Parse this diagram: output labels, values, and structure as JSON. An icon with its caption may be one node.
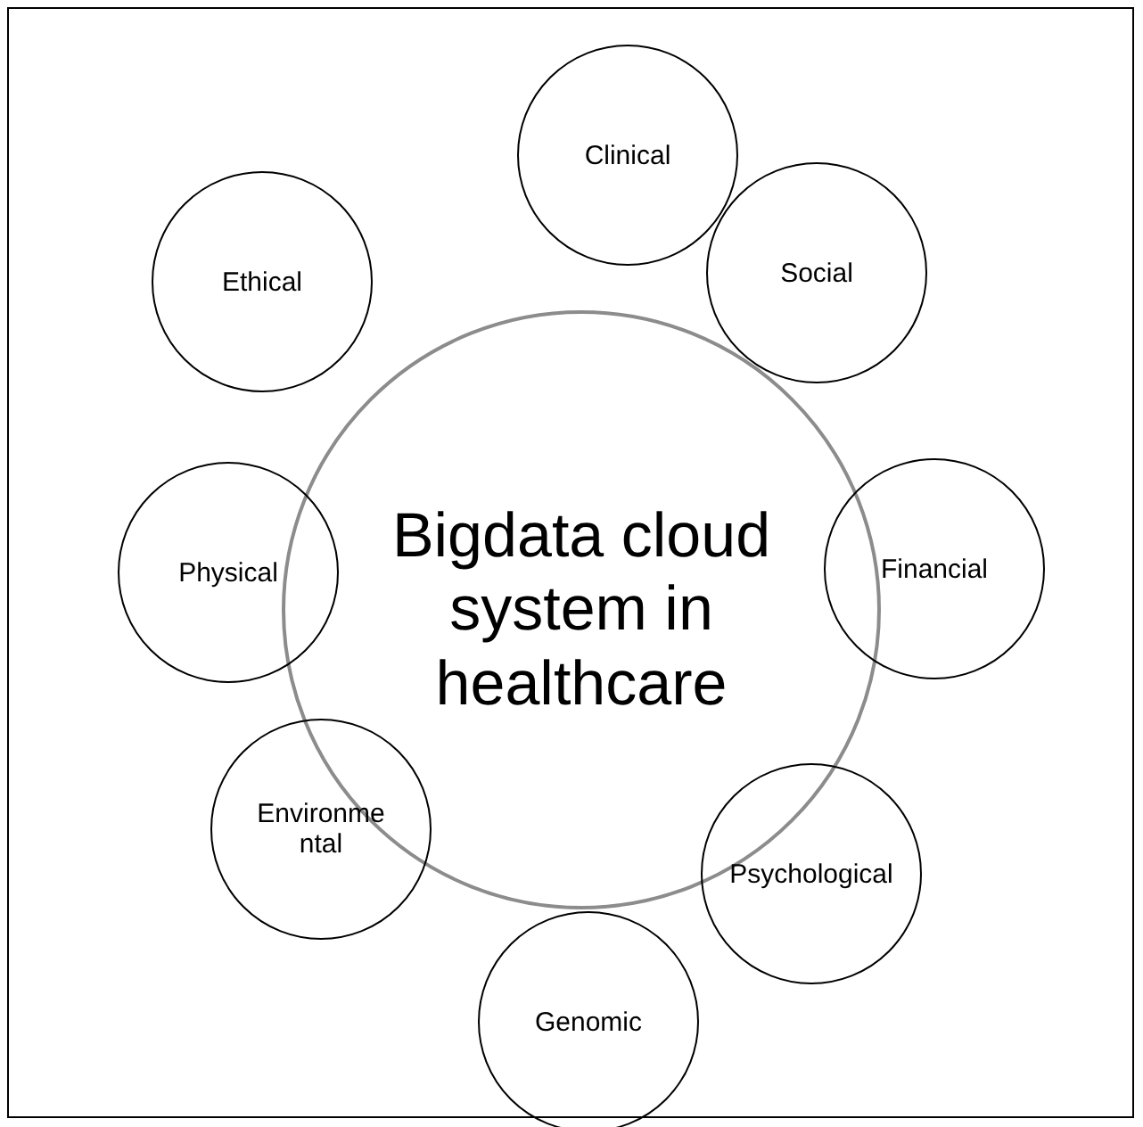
{
  "diagram": {
    "nodes": [
      {
        "text": [
          "Bigdata cloud system in healthcare"
        ]
      },
      {
        "text": [
          "Clinical"
        ]
      },
      {
        "text": [
          "Ethical"
        ]
      },
      {
        "text": [
          "Social"
        ]
      },
      {
        "text": [
          "Physical"
        ]
      },
      {
        "text": [
          "Financial"
        ]
      },
      {
        "text": [
          "Environmental"
        ]
      },
      {
        "text": [
          "Psychological"
        ]
      },
      {
        "text": [
          "Genomic"
        ]
      }
    ]
  }
}
